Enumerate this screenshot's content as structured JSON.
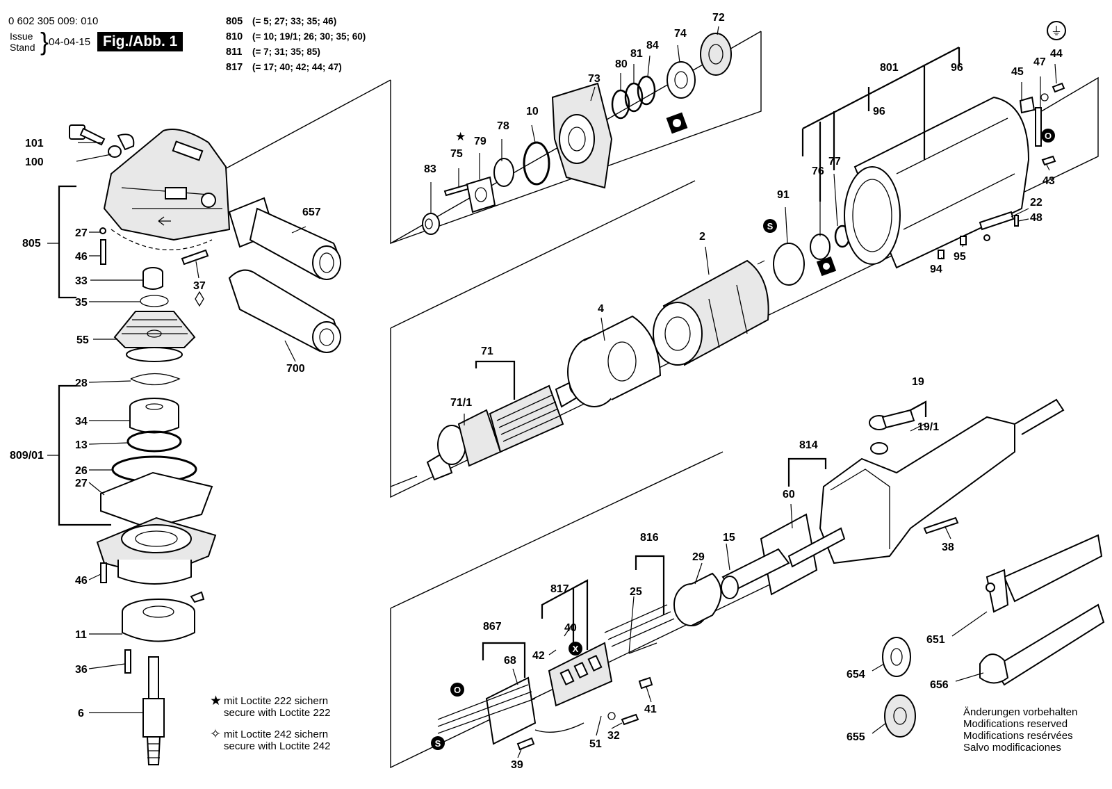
{
  "header": {
    "part_number": "0 602 305 009: 010",
    "issue_label": "Issue",
    "stand_label": "Stand",
    "issue_date": "04-04-15",
    "figure_label": "Fig./Abb. 1"
  },
  "sets": [
    {
      "key": "805",
      "value": "(= 5; 27; 33; 35; 46)"
    },
    {
      "key": "810",
      "value": "(= 10; 19/1; 26; 30; 35; 60)"
    },
    {
      "key": "811",
      "value": "(= 7; 31; 35; 85)"
    },
    {
      "key": "817",
      "value": "(= 17; 40; 42; 44; 47)"
    }
  ],
  "notes": {
    "loctite_222_de": "mit Loctite 222 sichern",
    "loctite_222_en": "secure with Loctite 222",
    "loctite_242_de": "mit Loctite 242 sichern",
    "loctite_242_en": "secure with Loctite 242",
    "star_symbol": "★",
    "diamond_symbol": "✧"
  },
  "changes_notice": [
    "Änderungen vorbehalten",
    "Modifications reserved",
    "Modifications resérvées",
    "Salvo modificaciones"
  ],
  "part_labels": {
    "p101": "101",
    "p100": "100",
    "p805": "805",
    "p27a": "27",
    "p46a": "46",
    "p33": "33",
    "p35": "35",
    "p37": "37",
    "p55": "55",
    "p28": "28",
    "p34": "34",
    "p13": "13",
    "p809": "809/01",
    "p26": "26",
    "p27b": "27",
    "p46b": "46",
    "p11": "11",
    "p36": "36",
    "p6": "6",
    "p657": "657",
    "p700": "700",
    "p83": "83",
    "p75": "75",
    "p79": "79",
    "p78": "78",
    "p10": "10",
    "p73": "73",
    "p80": "80",
    "p81": "81",
    "p84": "84",
    "p74": "74",
    "p72": "72",
    "p801": "801",
    "p96a": "96",
    "p96b": "96",
    "p76": "76",
    "p77": "77",
    "p91": "91",
    "p2": "2",
    "p4": "4",
    "p71": "71",
    "p71_1": "71/1",
    "p45": "45",
    "p47": "47",
    "p44": "44",
    "p43": "43",
    "p22": "22",
    "p48": "48",
    "p94": "94",
    "p95": "95",
    "p19": "19",
    "p19_1": "19/1",
    "p814": "814",
    "p60": "60",
    "p38": "38",
    "p816": "816",
    "p29": "29",
    "p15": "15",
    "p25": "25",
    "p817": "817",
    "p40": "40",
    "p42": "42",
    "p867": "867",
    "p68": "68",
    "p41": "41",
    "p32": "32",
    "p51": "51",
    "p39": "39",
    "p651": "651",
    "p654": "654",
    "p656": "656",
    "p655": "655"
  },
  "symbols": {
    "s_circle": "S",
    "o_circle": "O",
    "x_circle": "X",
    "ground": "⏚"
  }
}
